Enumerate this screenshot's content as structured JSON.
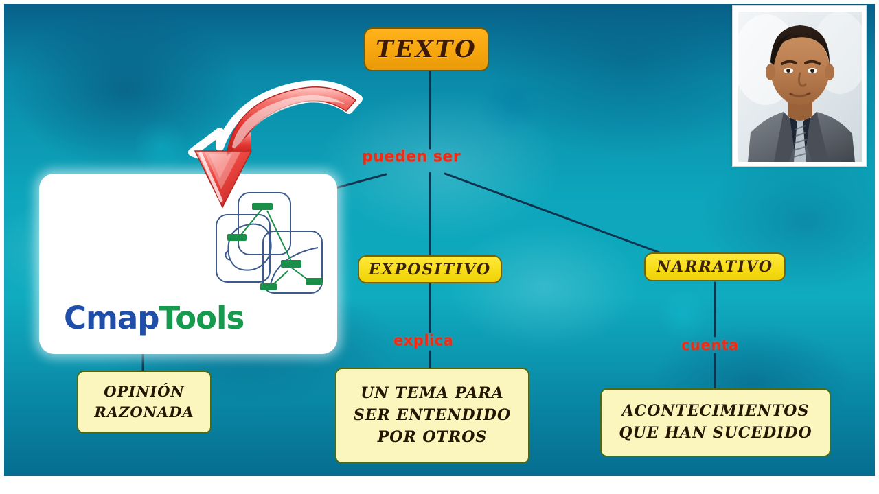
{
  "title": "Mapa conceptual - TEXTO (CmapTools)",
  "background": {
    "primary_color": "#14a3b8",
    "shadow_color": "#0b5f86",
    "style": "mottled teal watercolor texture"
  },
  "concept_map": {
    "root": {
      "label": "TEXTO",
      "fill_color": "#f6a50d",
      "border_color": "#6e5a10",
      "text_color": "#3d1a06"
    },
    "link_phrases": [
      {
        "id": "pueden-ser",
        "label": "pueden ser",
        "color": "#f22a14"
      },
      {
        "id": "explica",
        "label": "explica",
        "color": "#f22a14"
      },
      {
        "id": "cuenta",
        "label": "cuenta",
        "color": "#f22a14"
      }
    ],
    "type_nodes": [
      {
        "id": "expositivo",
        "label": "EXPOSITIVO",
        "fill_color": "#f7dd18",
        "border_color": "#6e6410"
      },
      {
        "id": "narrativo",
        "label": "NARRATIVO",
        "fill_color": "#f7dd18",
        "border_color": "#6e6410"
      }
    ],
    "leaf_nodes": [
      {
        "id": "opinion-razonada",
        "lines": [
          "OPINIÓN",
          "RAZONADA"
        ],
        "line1": "OPINIÓN",
        "line2": "RAZONADA",
        "fill_color": "#fbf6bd",
        "border_color": "#4b6b12"
      },
      {
        "id": "un-tema-para-ser-entendido",
        "lines": [
          "UN TEMA PARA",
          "SER ENTENDIDO",
          "POR OTROS"
        ],
        "line1": "UN TEMA PARA",
        "line2": "SER ENTENDIDO",
        "line3": "POR OTROS",
        "fill_color": "#fbf6bd",
        "border_color": "#4b6b12"
      },
      {
        "id": "acontecimientos-que-han-sucedido",
        "lines": [
          "ACONTECIMIENTOS",
          "QUE HAN SUCEDIDO"
        ],
        "line1": "ACONTECIMIENTOS",
        "line2": "QUE HAN SUCEDIDO",
        "fill_color": "#fbf6bd",
        "border_color": "#4b6b12"
      }
    ],
    "edge_color": "#10344f"
  },
  "logo": {
    "name": "CmapTools",
    "word_part_1": "Cmap",
    "word_part_2": "Tools",
    "color_1": "#1f4fa8",
    "color_2": "#169a4e",
    "card_color": "#ffffff"
  },
  "arrow": {
    "name": "curved-down-left-arrow",
    "color": "#e8342f",
    "highlight_color": "#ffffff"
  },
  "portrait": {
    "description": "retrato de hombre con traje gris y corbata",
    "background_color": "#ffffff"
  }
}
